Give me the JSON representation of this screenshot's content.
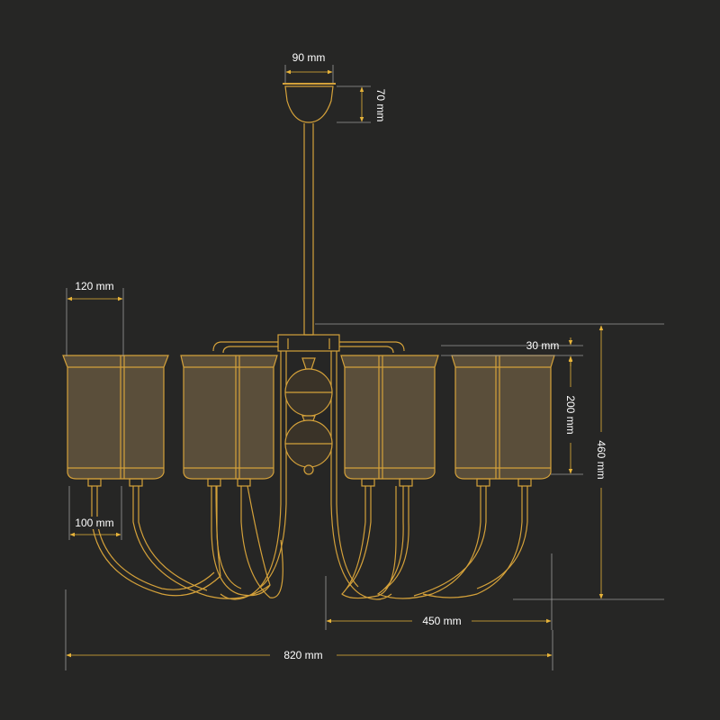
{
  "colors": {
    "background": "#262625",
    "line": "#d4a13a",
    "shade_fill": "#5a4e3a",
    "dimension_line": "#9a9a9a",
    "arrow": "#e8b43a",
    "text": "#ffffff"
  },
  "dimensions": {
    "canopy_width": "90 mm",
    "canopy_height": "70 mm",
    "shade_width": "120 mm",
    "shade_base_width": "100 mm",
    "shade_top_band": "30 mm",
    "shade_height": "200 mm",
    "total_height": "460 mm",
    "arm_reach": "450 mm",
    "total_width": "820 mm"
  }
}
